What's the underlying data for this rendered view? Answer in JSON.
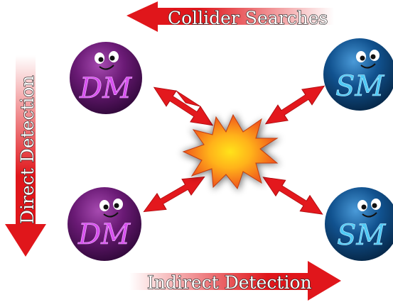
{
  "arrows": {
    "collider_label": "Collider Searches",
    "direct_label": "Direct Detection",
    "indirect_label": "Indirect Detection"
  },
  "particles": {
    "dm_label": "DM",
    "sm_label": "SM"
  },
  "colors": {
    "arrow_red": "#e0161b",
    "dm_purple": "#5a1565",
    "dm_text": "#d84ff0",
    "sm_blue": "#0d4f8e",
    "sm_text": "#4fc9f5",
    "explosion_orange": "#f2641c",
    "explosion_yellow": "#ffd21a"
  }
}
